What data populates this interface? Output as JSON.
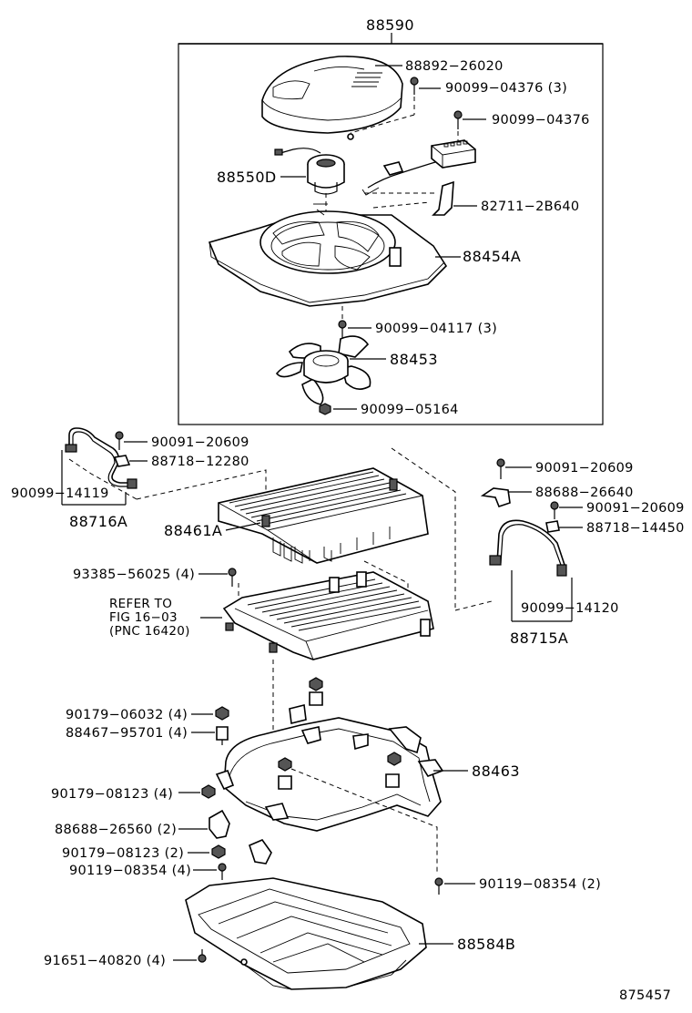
{
  "diagram_id": "875457",
  "assembly_number": "88590",
  "labels": {
    "l_88892": "88892−26020",
    "l_90099_04376_3": "90099−04376 (3)",
    "l_90099_04376": "90099−04376",
    "l_88550D": "88550D",
    "l_82711": "82711−2B640",
    "l_88454A": "88454A",
    "l_90099_04117": "90099−04117 (3)",
    "l_88453": "88453",
    "l_90099_05164": "90099−05164",
    "l_90091_20609_a": "90091−20609",
    "l_88718_12280": "88718−12280",
    "l_90099_14119": "90099−14119",
    "l_88716A": "88716A",
    "l_88461A": "88461A",
    "l_93385": "93385−56025 (4)",
    "l_refer1": "REFER TO",
    "l_refer2": "FIG 16−03",
    "l_refer3": "(PNC 16420)",
    "l_90091_20609_b": "90091−20609",
    "l_88688_26640": "88688−26640",
    "l_90091_20609_c": "90091−20609",
    "l_88718_14450": "88718−14450",
    "l_90099_14120": "90099−14120",
    "l_88715A": "88715A",
    "l_90179_06032": "90179−06032 (4)",
    "l_88467": "88467−95701 (4)",
    "l_88463": "88463",
    "l_90179_08123_4": "90179−08123 (4)",
    "l_88688_26560": "88688−26560 (2)",
    "l_90179_08123_2": "90179−08123 (2)",
    "l_90119_08354_4": "90119−08354 (4)",
    "l_90119_08354_2": "90119−08354 (2)",
    "l_88584B": "88584B",
    "l_91651": "91651−40820 (4)"
  }
}
